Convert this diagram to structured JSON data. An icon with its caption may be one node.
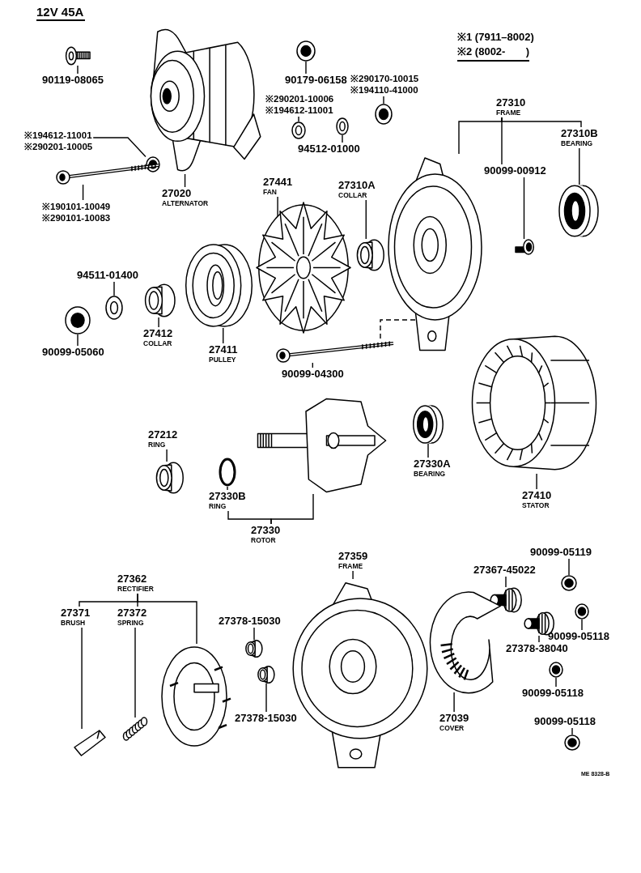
{
  "diagram": {
    "title": "12V 45A",
    "nodes": [
      {
        "text": [
          "90119-08065"
        ]
      },
      {
        "text": [],
        "shape": "picture"
      },
      {
        "text": [
          "90179-06158"
        ]
      },
      {
        "text": [],
        "shape": "picture"
      },
      {
        "text": [
          "※290170-10015",
          "※194110-41000"
        ]
      },
      {
        "text": [],
        "shape": "picture"
      },
      {
        "text": [
          "※290201-10006",
          "※194612-11001"
        ]
      },
      {
        "text": [],
        "shape": "picture"
      },
      {
        "text": [
          "94512-01000"
        ]
      },
      {
        "text": [],
        "shape": "picture"
      },
      {
        "text": [
          "※194612-11001",
          "※290201-10005"
        ]
      },
      {
        "text": [],
        "shape": "picture"
      },
      {
        "text": [
          "※190101-10049",
          "※290101-10083"
        ]
      },
      {
        "text": [],
        "shape": "picture"
      },
      {
        "text": [
          "27020",
          "ALTERNATOR"
        ]
      },
      {
        "text": [],
        "shape": "picture"
      },
      {
        "text": [
          "27441",
          "FAN"
        ]
      },
      {
        "text": [],
        "shape": "picture"
      },
      {
        "text": [
          "27310A",
          "COLLAR"
        ]
      },
      {
        "text": [],
        "shape": "picture"
      },
      {
        "text": [
          "27310",
          "FRAME"
        ]
      },
      {
        "text": [],
        "shape": "picture"
      },
      {
        "text": [
          "27310B",
          "BEARING"
        ]
      },
      {
        "text": [],
        "shape": "picture"
      },
      {
        "text": [
          "90099-00912"
        ]
      },
      {
        "text": [],
        "shape": "picture"
      },
      {
        "text": [
          "94511-01400"
        ]
      },
      {
        "text": [],
        "shape": "picture"
      },
      {
        "text": [
          "90099-05060"
        ]
      },
      {
        "text": [],
        "shape": "picture"
      },
      {
        "text": [
          "27412",
          "COLLAR"
        ]
      },
      {
        "text": [],
        "shape": "picture"
      },
      {
        "text": [
          "27411",
          "PULLEY"
        ]
      },
      {
        "text": [],
        "shape": "picture"
      },
      {
        "text": [
          "90099-04300"
        ]
      },
      {
        "text": [],
        "shape": "picture"
      },
      {
        "text": [
          "27212",
          "RING"
        ]
      },
      {
        "text": [],
        "shape": "picture"
      },
      {
        "text": [
          "27330B",
          "RING"
        ]
      },
      {
        "text": [],
        "shape": "circle"
      },
      {
        "text": [
          "27330",
          "ROTOR"
        ]
      },
      {
        "text": [],
        "shape": "picture"
      },
      {
        "text": [
          "27330A",
          "BEARING"
        ]
      },
      {
        "text": [],
        "shape": "picture"
      },
      {
        "text": [
          "27410",
          "STATOR"
        ]
      },
      {
        "text": [],
        "shape": "picture"
      },
      {
        "text": [
          "27359",
          "FRAME"
        ]
      },
      {
        "text": [],
        "shape": "picture"
      },
      {
        "text": [
          "27362",
          "RECTIFIER"
        ]
      },
      {
        "text": [],
        "shape": "picture"
      },
      {
        "text": [
          "27371",
          "BRUSH"
        ]
      },
      {
        "text": [],
        "shape": "picture"
      },
      {
        "text": [
          "27372",
          "SPRING"
        ]
      },
      {
        "text": [],
        "shape": "picture"
      },
      {
        "text": [
          "27378-15030"
        ]
      },
      {
        "text": [],
        "shape": "picture"
      },
      {
        "text": [
          "27378-15030"
        ]
      },
      {
        "text": [],
        "shape": "picture"
      },
      {
        "text": [
          "27367-45022"
        ]
      },
      {
        "text": [],
        "shape": "picture"
      },
      {
        "text": [
          "90099-05119"
        ]
      },
      {
        "text": [],
        "shape": "picture"
      },
      {
        "text": [
          "90099-05118"
        ]
      },
      {
        "text": [],
        "shape": "picture"
      },
      {
        "text": [
          "27378-38040"
        ]
      },
      {
        "text": [],
        "shape": "picture"
      },
      {
        "text": [
          "27039",
          "COVER"
        ]
      },
      {
        "text": [],
        "shape": "picture"
      },
      {
        "text": [
          "90099-05118"
        ]
      },
      {
        "text": [],
        "shape": "picture"
      },
      {
        "text": [
          "90099-05118"
        ]
      },
      {
        "text": [],
        "shape": "picture"
      }
    ],
    "edges": [
      {
        "from": 0,
        "to": 1,
        "arrow": "none"
      },
      {
        "from": 2,
        "to": 3,
        "arrow": "none"
      },
      {
        "from": 4,
        "to": 5,
        "arrow": "none"
      },
      {
        "from": 6,
        "to": 7,
        "arrow": "none"
      },
      {
        "from": 8,
        "to": 9,
        "arrow": "none"
      },
      {
        "from": 10,
        "to": 11,
        "arrow": "none"
      },
      {
        "from": 12,
        "to": 13,
        "arrow": "none"
      },
      {
        "from": 14,
        "to": 15,
        "arrow": "none"
      },
      {
        "from": 16,
        "to": 17,
        "arrow": "none"
      },
      {
        "from": 18,
        "to": 19,
        "arrow": "none"
      },
      {
        "from": 20,
        "to": 21,
        "arrow": "none"
      },
      {
        "from": 20,
        "to": 22,
        "arrow": "none"
      },
      {
        "from": 20,
        "to": 24,
        "arrow": "none"
      },
      {
        "from": 22,
        "to": 23,
        "arrow": "none"
      },
      {
        "from": 24,
        "to": 25,
        "arrow": "none"
      },
      {
        "from": 26,
        "to": 27,
        "arrow": "none"
      },
      {
        "from": 28,
        "to": 29,
        "arrow": "none"
      },
      {
        "from": 30,
        "to": 31,
        "arrow": "none"
      },
      {
        "from": 32,
        "to": 33,
        "arrow": "none"
      },
      {
        "from": 34,
        "to": 35,
        "arrow": "none"
      },
      {
        "from": 35,
        "to": 21,
        "arrow": "none",
        "style": "dashed"
      },
      {
        "from": 36,
        "to": 37,
        "arrow": "none"
      },
      {
        "from": 38,
        "to": 39,
        "arrow": "none"
      },
      {
        "from": 40,
        "to": 41,
        "arrow": "none"
      },
      {
        "from": 40,
        "to": 38,
        "arrow": "none"
      },
      {
        "from": 42,
        "to": 43,
        "arrow": "none"
      },
      {
        "from": 44,
        "to": 45,
        "arrow": "none"
      },
      {
        "from": 46,
        "to": 47,
        "arrow": "none"
      },
      {
        "from": 48,
        "to": 49,
        "arrow": "none"
      },
      {
        "from": 48,
        "to": 50,
        "arrow": "none"
      },
      {
        "from": 48,
        "to": 52,
        "arrow": "none"
      },
      {
        "from": 50,
        "to": 51,
        "arrow": "none"
      },
      {
        "from": 52,
        "to": 53,
        "arrow": "none"
      },
      {
        "from": 54,
        "to": 55,
        "arrow": "none"
      },
      {
        "from": 56,
        "to": 57,
        "arrow": "none"
      },
      {
        "from": 58,
        "to": 59,
        "arrow": "none"
      },
      {
        "from": 60,
        "to": 61,
        "arrow": "none"
      },
      {
        "from": 62,
        "to": 63,
        "arrow": "none"
      },
      {
        "from": 64,
        "to": 65,
        "arrow": "none"
      },
      {
        "from": 66,
        "to": 67,
        "arrow": "none"
      },
      {
        "from": 68,
        "to": 69,
        "arrow": "none"
      },
      {
        "from": 70,
        "to": 71,
        "arrow": "none"
      }
    ],
    "labels": [
      "※1 (7911–8002)",
      "※2 (8002-       )",
      "ME 8328-B"
    ]
  }
}
